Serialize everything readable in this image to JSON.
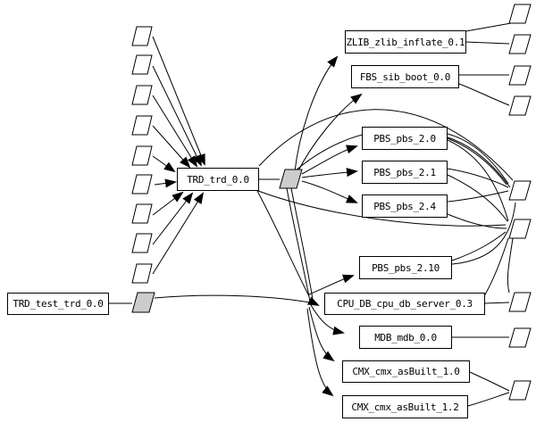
{
  "diagram": {
    "kind": "package dependency graph",
    "background_color": "#ffffff",
    "line_color": "#000000",
    "node_fill": "#ffffff",
    "hub_fill": "#cccccc"
  },
  "nodes": {
    "trd_test": {
      "label": "TRD_test_trd_0.0"
    },
    "trd": {
      "label": "TRD_trd_0.0"
    },
    "zlib": {
      "label": "ZLIB_zlib_inflate_0.1"
    },
    "fbs": {
      "label": "FBS_sib_boot_0.0"
    },
    "pbs20": {
      "label": "PBS_pbs_2.0"
    },
    "pbs21": {
      "label": "PBS_pbs_2.1"
    },
    "pbs24": {
      "label": "PBS_pbs_2.4"
    },
    "pbs210": {
      "label": "PBS_pbs_2.10"
    },
    "cpudb": {
      "label": "CPU_DB_cpu_db_server_0.3"
    },
    "mdb": {
      "label": "MDB_mdb_0.0"
    },
    "cmx10": {
      "label": "CMX_cmx_asBuilt_1.0"
    },
    "cmx12": {
      "label": "CMX_cmx_asBuilt_1.2"
    }
  },
  "shapes": {
    "left_uses_parallelograms": 9,
    "right_requirements_parallelograms": 9,
    "gray_hub_parallelograms": 2
  },
  "edges": {
    "into_trd": [
      "use-shape-1",
      "use-shape-2",
      "use-shape-3",
      "use-shape-4",
      "use-shape-5",
      "use-shape-6",
      "use-shape-7",
      "use-shape-8",
      "use-shape-9"
    ],
    "trd_to_hub": [
      "TRD_trd_0.0 -> requirements-hub"
    ],
    "hub_targets": [
      "ZLIB_zlib_inflate_0.1",
      "FBS_sib_boot_0.0",
      "PBS_pbs_2.0",
      "PBS_pbs_2.1",
      "PBS_pbs_2.4",
      "PBS_pbs_2.10",
      "CPU_DB_cpu_db_server_0.3",
      "MDB_mdb_0.0",
      "CMX_cmx_asBuilt_1.0",
      "CMX_cmx_asBuilt_1.2"
    ],
    "test_chain": [
      "TRD_test_trd_0.0 -> test-requirements-hub -> CPU_DB_cpu_db_server_0.3"
    ],
    "right_links": [
      "ZLIB->req-1",
      "ZLIB->req-2",
      "FBS->req-3",
      "FBS->req-4",
      "PBS_2.0->req-5",
      "PBS_2.0->req-6",
      "PBS_2.1->req-5",
      "PBS_2.1->req-6",
      "PBS_2.4->req-5",
      "PBS_2.4->req-6",
      "PBS_2.10->req-5",
      "PBS_2.10->req-6",
      "CPU_DB->req-7",
      "MDB->req-8",
      "CMX_1.0->req-9",
      "CMX_1.2->req-9"
    ]
  }
}
